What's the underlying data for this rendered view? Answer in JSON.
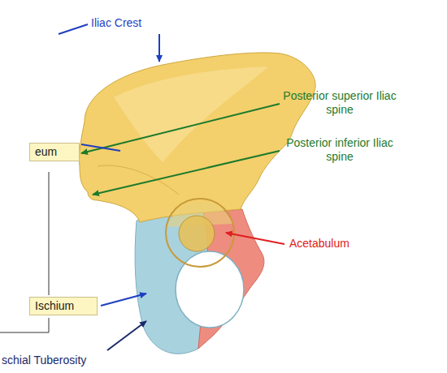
{
  "diagram": {
    "nodes": [
      {
        "text": [
          "eum"
        ]
      },
      {
        "text": [
          "Ischium"
        ]
      }
    ],
    "labels": [
      "Iliac Crest",
      "Posterior superior Iliac spine",
      "Posterior inferior Iliac spine",
      "Acetabulum",
      "schial Tuberosity"
    ]
  }
}
